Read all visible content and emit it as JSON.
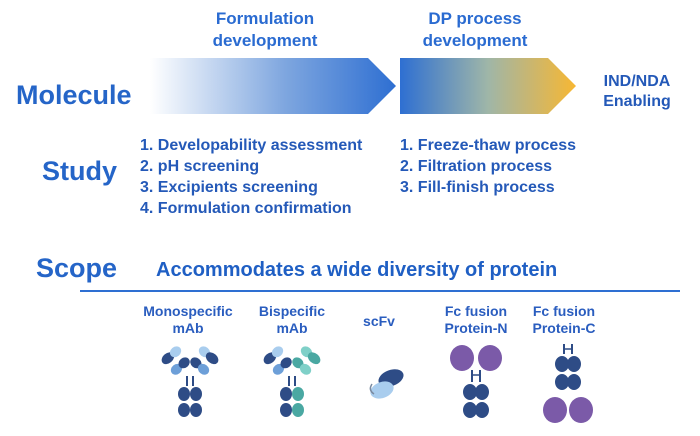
{
  "phases": {
    "formulation": "Formulation\ndevelopment",
    "dp_process": "DP process\ndevelopment",
    "end": "IND/NDA\nEnabling"
  },
  "sections": {
    "molecule": "Molecule",
    "study": "Study",
    "scope": "Scope"
  },
  "study": {
    "formulation_items": [
      "1. Developability assessment",
      "2. pH screening",
      "3. Excipients screening",
      "4. Formulation confirmation"
    ],
    "process_items": [
      "1. Freeze-thaw process",
      "2. Filtration process",
      "3. Fill-finish process"
    ]
  },
  "scope": {
    "subtitle": "Accommodates a wide diversity of protein",
    "proteins": [
      {
        "label": "Monospecific\nmAb",
        "icon": "monospecific-mab-icon"
      },
      {
        "label": "Bispecific\nmAb",
        "icon": "bispecific-mab-icon"
      },
      {
        "label": "scFv",
        "icon": "scfv-icon"
      },
      {
        "label": "Fc fusion\nProtein-N",
        "icon": "fc-fusion-n-icon"
      },
      {
        "label": "Fc fusion\nProtein-C",
        "icon": "fc-fusion-c-icon"
      }
    ]
  },
  "colors": {
    "brand_blue": "#1f5fc4",
    "arrow_start": "#2e6fd2",
    "arrow_end": "#f7b733",
    "domain_dark": "#2e4c86",
    "domain_light": "#a9cdee",
    "domain_teal": "#4aa8a2",
    "domain_purple": "#7b5aa8"
  }
}
